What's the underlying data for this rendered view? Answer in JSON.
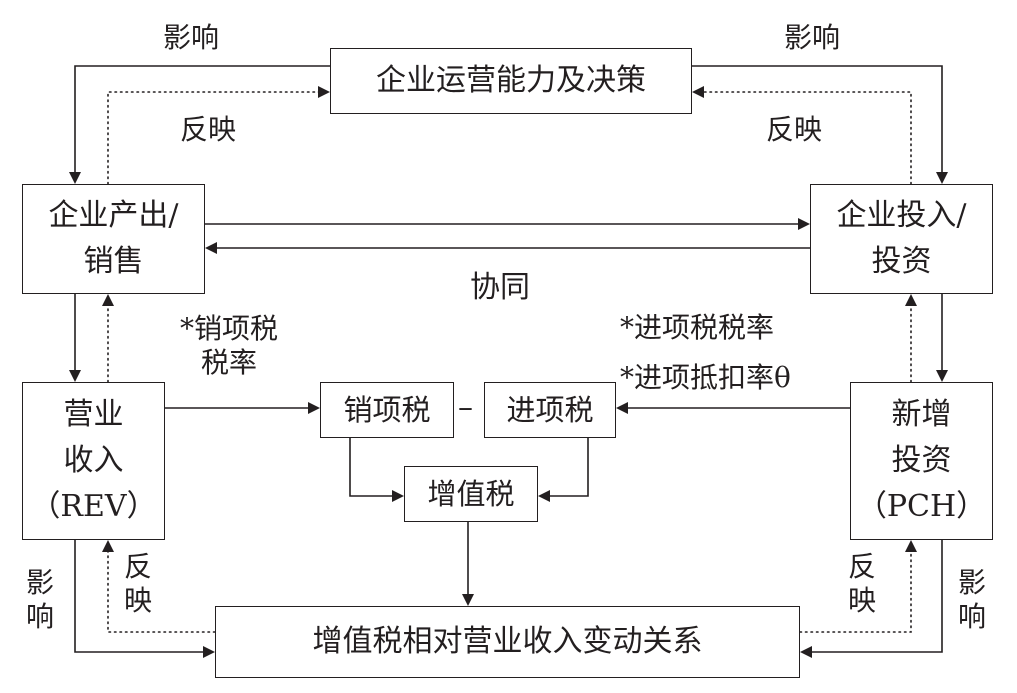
{
  "boxes": {
    "decision": "企业运营能力及决策",
    "output": [
      "企业产出/",
      "销售"
    ],
    "input": [
      "企业投入/",
      "投资"
    ],
    "rev": [
      "营业",
      "收入",
      "（REV）"
    ],
    "pch": [
      "新增",
      "投资",
      "（PCH）"
    ],
    "output_tax": "销项税",
    "minus": "–",
    "input_tax": "进项税",
    "vat": "增值税",
    "relation": "增值税相对营业收入变动关系"
  },
  "labels": {
    "influence_top_left": "影响",
    "influence_top_right": "影响",
    "reflect_top_left": "反映",
    "reflect_top_right": "反映",
    "synergy": "协同",
    "output_tax_rate": [
      "*销项税",
      "税率"
    ],
    "input_tax_rate": "*进项税税率",
    "deduction_rate": "*进项抵扣率θ",
    "influence_bottom_left": [
      "影",
      "响"
    ],
    "reflect_bottom_left": [
      "反",
      "映"
    ],
    "reflect_bottom_right": [
      "反",
      "映"
    ],
    "influence_bottom_right": [
      "影",
      "响"
    ]
  }
}
